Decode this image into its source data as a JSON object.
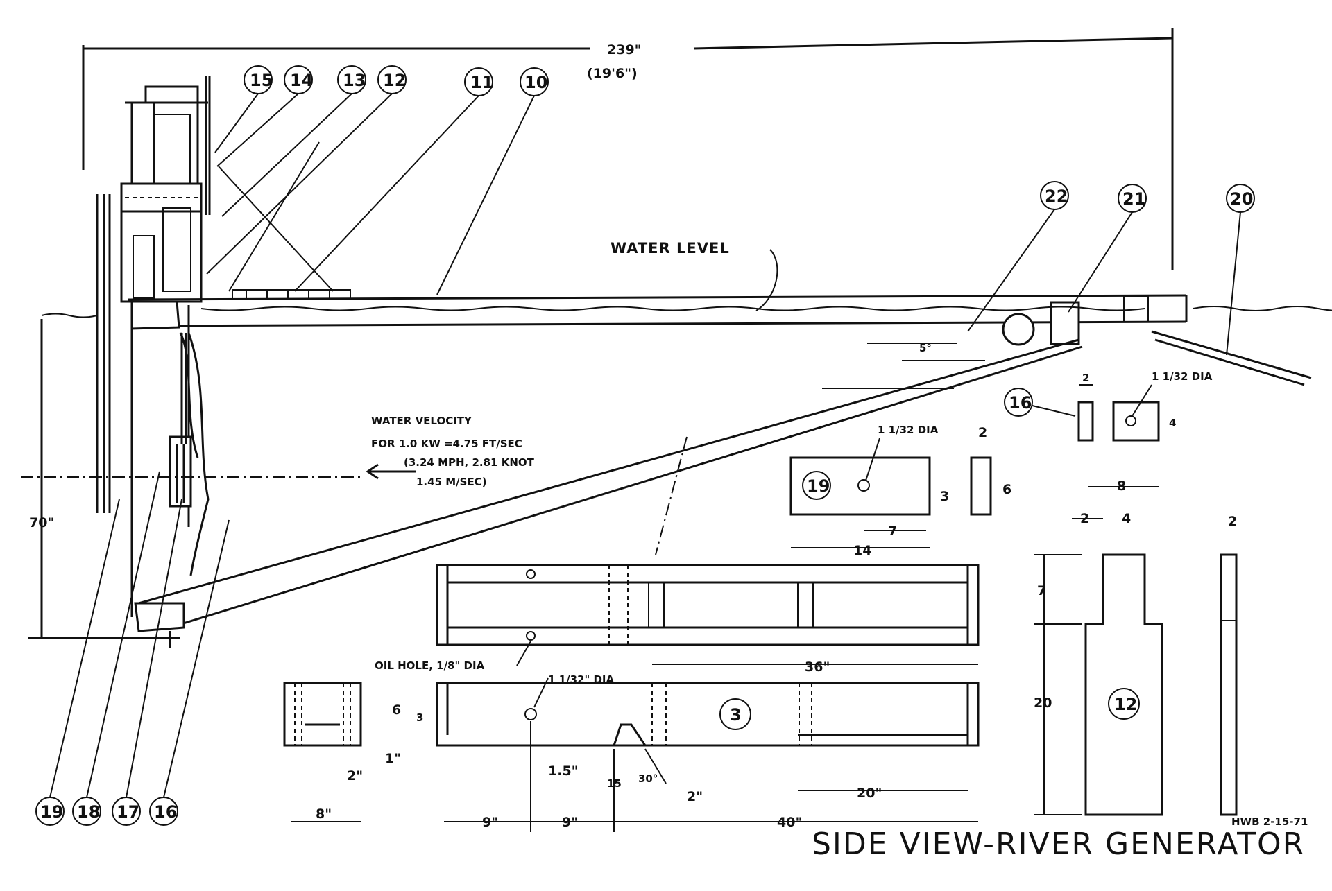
{
  "title": "SIDE VIEW-RIVER GENERATOR",
  "overall_length": "239\"",
  "overall_length_ft": "(19'6\")",
  "water_level": "WATER LEVEL",
  "water_velocity": [
    "WATER VELOCITY",
    "FOR 1.0 KW  =4.75 FT/SEC",
    "(3.24 MPH, 2.81 KNOT",
    "1.45 M/SEC)"
  ],
  "depth": "70\"",
  "angle": "5°",
  "callouts": {
    "c10": "10",
    "c11": "11",
    "c12": "12",
    "c13": "13",
    "c14": "14",
    "c15": "15",
    "c16": "16",
    "c17": "17",
    "c18": "18",
    "c19": "19",
    "c20": "20",
    "c21": "21",
    "c22": "22",
    "p3": "3",
    "p12": "12",
    "p16": "16",
    "p19": "19"
  },
  "part16": {
    "width": "2",
    "height": "4",
    "hole": "1 1/32 DIA"
  },
  "part19": {
    "hole": "1 1/32 DIA",
    "thick": "2",
    "height": "6",
    "half": "3",
    "offset": "7",
    "length": "14"
  },
  "part12": {
    "top": "8",
    "step": "2",
    "neck": "4",
    "thick": "2",
    "upper": "7",
    "lower": "20"
  },
  "part3": {
    "oil_hole": "OIL HOLE, 1/8\" DIA",
    "hole": "1 1/32\" DIA",
    "d36": "36\"",
    "d20": "20\"",
    "d40": "40\"",
    "d9a": "9\"",
    "d9b": "9\"",
    "d15": "1.5\"",
    "d2": "2\"",
    "a15": "15",
    "a30": "30°",
    "hgt": "3",
    "e6": "6",
    "e1": "1\"",
    "e2": "2\"",
    "e8": "8\""
  },
  "signature": "HWB 2-15-71"
}
